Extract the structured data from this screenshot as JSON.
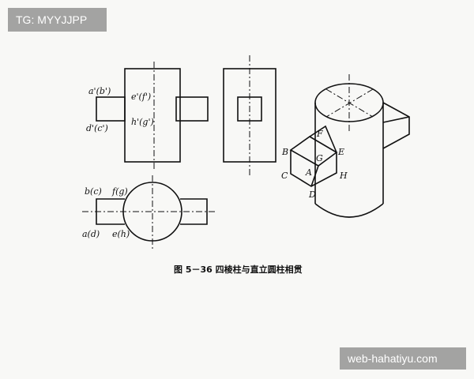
{
  "overlays": {
    "top_left": "TG: MYYJJPP",
    "bottom_right": "web-hahatiyu.com"
  },
  "labels": {
    "front_a": "a'(b')",
    "front_d": "d'(c')",
    "front_e": "e'(f')",
    "front_h": "h'(g')",
    "top_b": "b(c)",
    "top_f": "f(g)",
    "top_a": "a(d)",
    "top_e": "e(h)",
    "iso_F": "F",
    "iso_B": "B",
    "iso_G": "G",
    "iso_E": "E",
    "iso_C": "C",
    "iso_A": "A",
    "iso_H": "H",
    "iso_D": "D"
  },
  "caption": "图 5－36    四棱柱与直立圆柱相贯"
}
